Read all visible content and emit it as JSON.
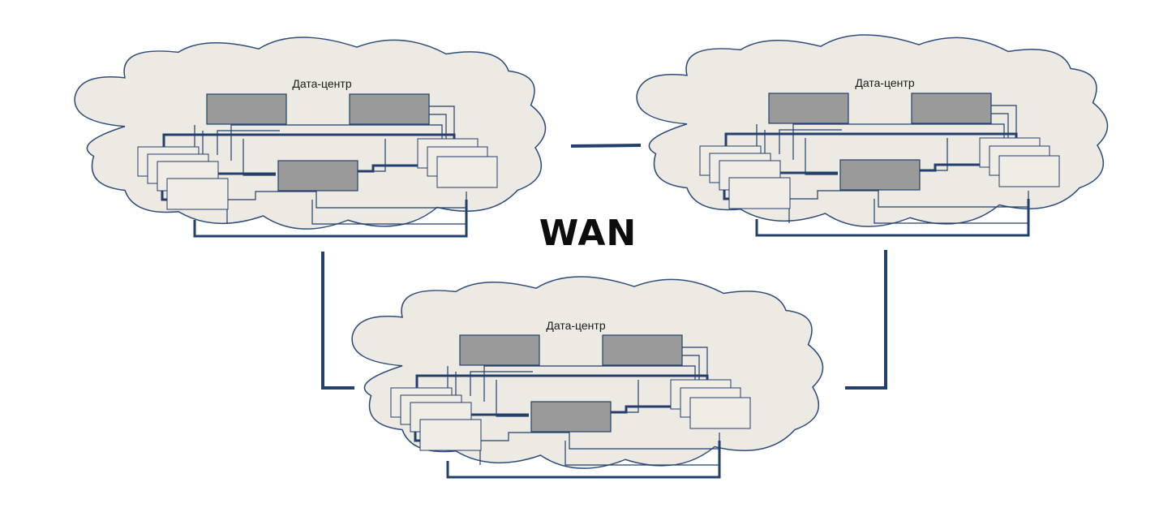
{
  "diagram": {
    "wan_label": "WAN",
    "datacenters": [
      {
        "id": "dc-left",
        "label": "Дата-центр"
      },
      {
        "id": "dc-right",
        "label": "Дата-центр"
      },
      {
        "id": "dc-bottom",
        "label": "Дата-центр"
      }
    ],
    "colors": {
      "cloud_fill": "#ECEAE3",
      "cloud_stroke": "#2E4D7B",
      "link": "#22406B",
      "device_dark": "#9A9A9A",
      "device_light": "#EFEDE6"
    }
  }
}
